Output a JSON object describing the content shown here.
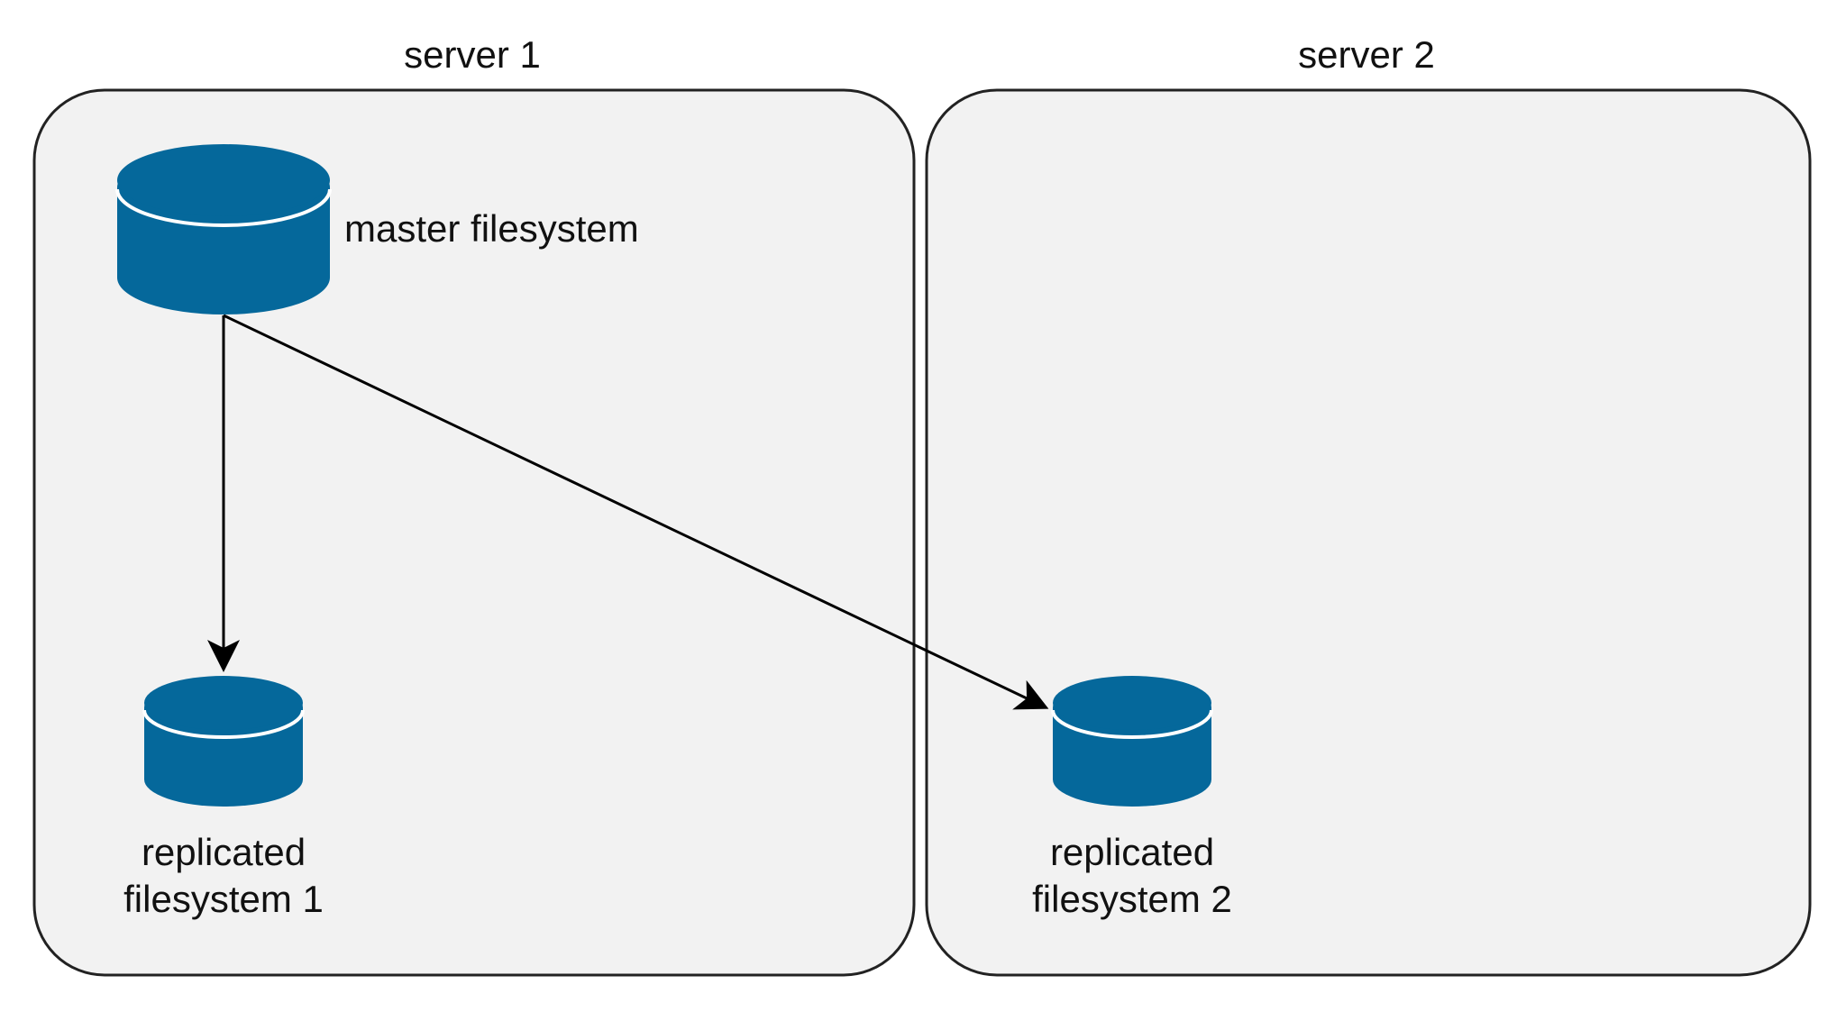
{
  "diagram": {
    "colors": {
      "container_fill": "#f2f2f2",
      "container_stroke": "#222222",
      "cylinder_fill": "#05689b",
      "cylinder_highlight": "#ffffff",
      "arrow": "#000000",
      "text": "#111111"
    },
    "servers": [
      {
        "id": "server-1",
        "title": "server 1"
      },
      {
        "id": "server-2",
        "title": "server 2"
      }
    ],
    "nodes": [
      {
        "id": "master",
        "label_line1": "master filesystem",
        "label_line2": "",
        "icon": "database-icon"
      },
      {
        "id": "replica1",
        "label_line1": "replicated",
        "label_line2": "filesystem 1",
        "icon": "database-icon"
      },
      {
        "id": "replica2",
        "label_line1": "replicated",
        "label_line2": "filesystem 2",
        "icon": "database-icon"
      }
    ],
    "edges": [
      {
        "from": "master",
        "to": "replica1"
      },
      {
        "from": "master",
        "to": "replica2"
      }
    ]
  }
}
